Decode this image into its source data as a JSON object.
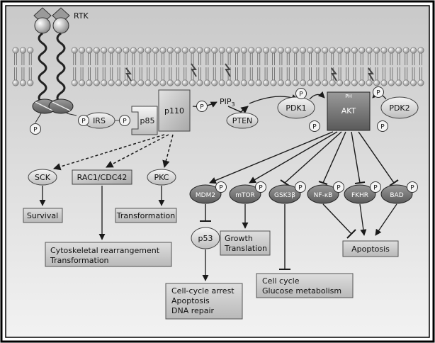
{
  "membrane": {
    "receptor_label": "RTK"
  },
  "phospho_label": "P",
  "nodes": {
    "irs": "IRS",
    "p85": "p85",
    "p110": "p110",
    "pip_base": "PIP",
    "pip_sub": "3",
    "pten": "PTEN",
    "pdk1": "PDK1",
    "akt": "AKT",
    "ph": "PH",
    "pdk2": "PDK2",
    "sck": "SCK",
    "rac1": "RAC1/CDC42",
    "pkc": "PKC",
    "mdm2": "MDM2",
    "mtor": "mTOR",
    "gsk3b": "GSK3β",
    "nfkb": "NF-κB",
    "fkhr": "FKHR",
    "bad": "BAD",
    "p53": "p53"
  },
  "outcomes": {
    "survival": "Survival",
    "transformation": "Transformation",
    "cyto_line1": "Cytoskeletal rearrangement",
    "cyto_line2": "Transformation",
    "growth_line1": "Growth",
    "growth_line2": "Translation",
    "apoptosis": "Apoptosis",
    "cc_line1": "Cell-cycle arrest",
    "cc_line2": "Apoptosis",
    "cc_line3": "DNA repair",
    "glu_line1": "Cell cycle",
    "glu_line2": "Glucose metabolism"
  }
}
